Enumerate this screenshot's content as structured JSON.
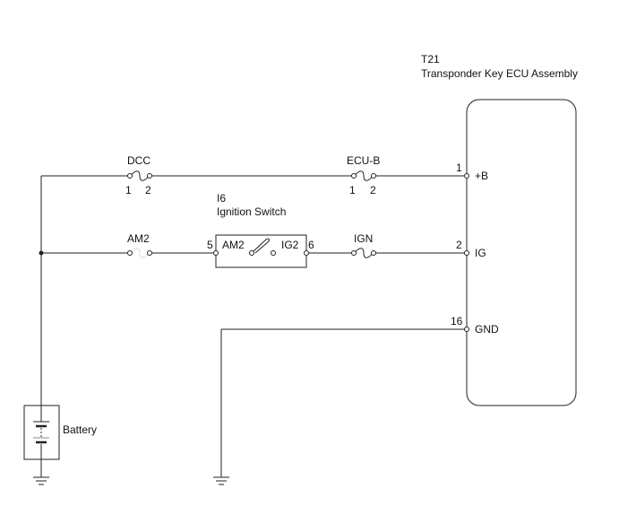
{
  "ecu": {
    "code": "T21",
    "name": "Transponder Key ECU Assembly",
    "pins": [
      {
        "number": "1",
        "label": "+B"
      },
      {
        "number": "2",
        "label": "IG"
      },
      {
        "number": "16",
        "label": "GND"
      }
    ]
  },
  "fuses": {
    "dcc": {
      "label": "DCC",
      "pin1": "1",
      "pin2": "2"
    },
    "ecub": {
      "label": "ECU-B",
      "pin1": "1",
      "pin2": "2"
    },
    "am2": {
      "label": "AM2"
    },
    "ign": {
      "label": "IGN"
    }
  },
  "ignition_switch": {
    "code": "I6",
    "name": "Ignition Switch",
    "pin_in": "5",
    "pin_out": "6",
    "contact_in": "AM2",
    "contact_out": "IG2"
  },
  "battery": {
    "label": "Battery"
  }
}
